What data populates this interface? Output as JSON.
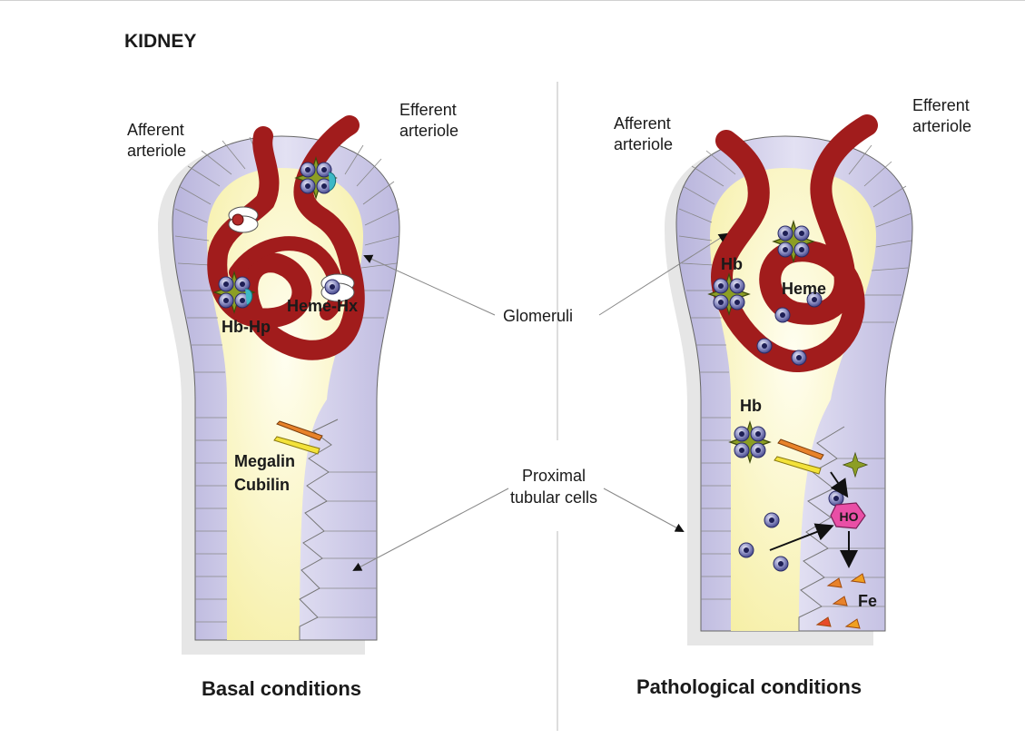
{
  "title": "KIDNEY",
  "left_panel": {
    "afferent_line1": "Afferent",
    "afferent_line2": "arteriole",
    "efferent_line1": "Efferent",
    "efferent_line2": "arteriole",
    "complex_hb_hp": "Hb-Hp",
    "complex_heme_hx": "Heme-Hx",
    "receptor1": "Megalin",
    "receptor2": "Cubilin",
    "caption": "Basal conditions"
  },
  "right_panel": {
    "afferent_line1": "Afferent",
    "afferent_line2": "arteriole",
    "efferent_line1": "Efferent",
    "efferent_line2": "arteriole",
    "hb_glomerulus": "Hb",
    "heme": "Heme",
    "hb_tubule": "Hb",
    "enzyme": "HO",
    "iron": "Fe",
    "caption": "Pathological conditions"
  },
  "center_labels": {
    "glomeruli": "Glomeruli",
    "proximal_line1": "Proximal",
    "proximal_line2": "tubular cells"
  },
  "colors": {
    "vessel": "#a11c1c",
    "tubule_wall": "#c9c6e4",
    "lumen": "#fbf6c4",
    "hb_star": "#8b9c22",
    "megalin": "#e8822a",
    "cubilin": "#f3e23a",
    "ho_enzyme": "#e94fa6",
    "heme_dot": "#4a4c9c"
  }
}
